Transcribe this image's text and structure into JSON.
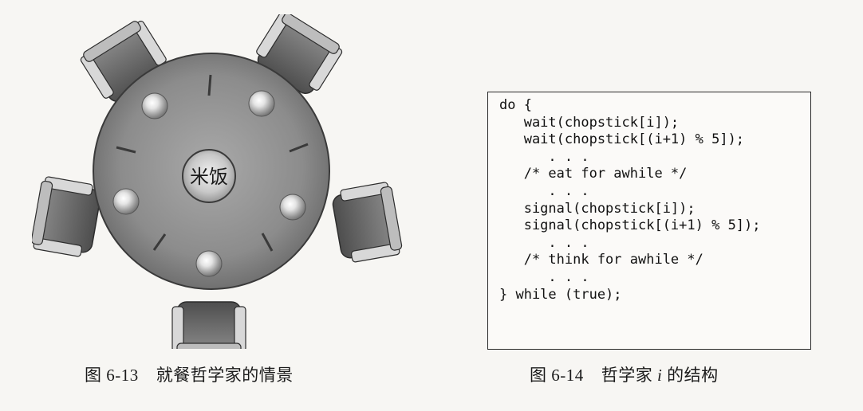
{
  "figure_613": {
    "center_label": "米饭",
    "caption_number": "图 6-13",
    "caption_text": "就餐哲学家的情景"
  },
  "figure_614": {
    "caption_number": "图 6-14",
    "caption_text_a": "哲学家",
    "caption_italic": "i",
    "caption_text_b": "的结构",
    "code_lines": [
      "do {",
      "   wait(chopstick[i]);",
      "   wait(chopstick[(i+1) % 5]);",
      "      . . .",
      "   /* eat for awhile */",
      "      . . .",
      "   signal(chopstick[i]);",
      "   signal(chopstick[(i+1) % 5]);",
      "      . . .",
      "   /* think for awhile */",
      "      . . .",
      "} while (true);"
    ]
  },
  "colors": {
    "table": "#8f8f8f",
    "table_edge": "#3a3a3a",
    "chair": "#6e6e6e",
    "border": "#2a2a2a"
  }
}
